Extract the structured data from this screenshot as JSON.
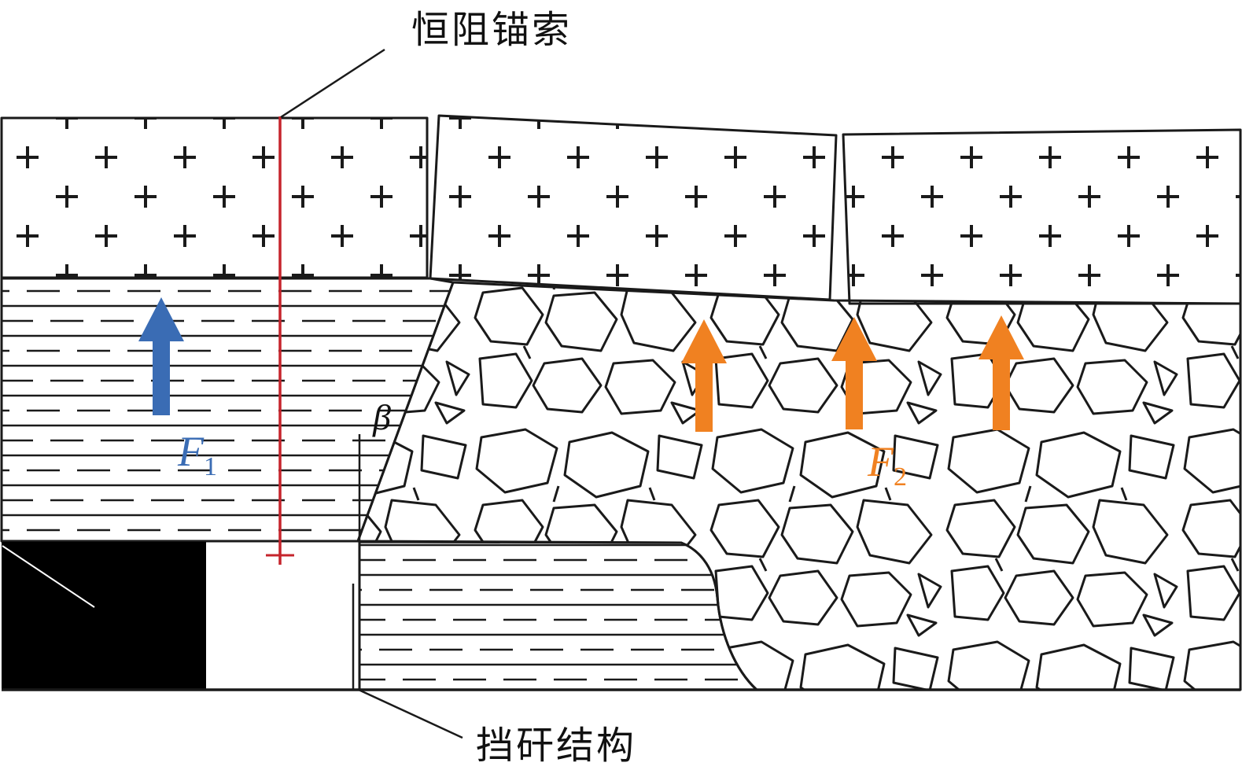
{
  "diagram": {
    "top_label": "恒阻锚索",
    "bottom_label": "挡矸结构",
    "beta_label": "β",
    "f1": {
      "base": "F",
      "sub": "1"
    },
    "f2": {
      "base": "F",
      "sub": "2"
    }
  },
  "colors": {
    "line": "#1a1a1a",
    "anchor_cable": "#c5242c",
    "f1_arrow": "#3a6cb4",
    "f2_arrow": "#f08121",
    "coal": "#000000",
    "background": "#ffffff"
  }
}
